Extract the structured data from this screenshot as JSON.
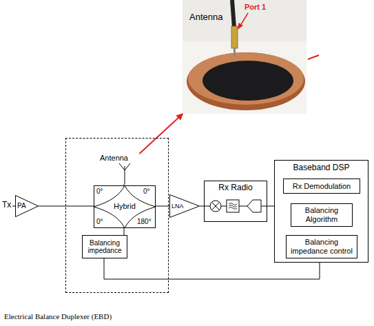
{
  "diagram": {
    "nodes": [
      {
        "text": [
          "Antenna",
          "Port 1"
        ]
      },
      {
        "text": [
          "Electrical Balance Duplexer (EBD)"
        ]
      },
      {
        "text": [
          "Antenna"
        ],
        "in": 1
      },
      {
        "text": [
          "0°",
          "0°",
          "Hybrid",
          "0°",
          "180°"
        ],
        "in": 1
      },
      {
        "text": [
          "Balancing impedance"
        ],
        "in": 1
      },
      {
        "text": [
          "PA"
        ]
      },
      {
        "text": [
          "LNA"
        ]
      },
      {
        "text": [
          "Rx Radio"
        ]
      },
      {
        "text": [
          "Baseband DSP"
        ]
      },
      {
        "text": [
          "Rx Demodulation"
        ],
        "in": 8
      },
      {
        "text": [
          "Balancing Algorithm"
        ],
        "in": 8
      },
      {
        "text": [
          "Balancing impedance control"
        ],
        "in": 8
      }
    ],
    "edges": [
      {
        "from": 2,
        "to": 0,
        "arrow": "to"
      },
      {
        "from": 2,
        "to": 3,
        "arrow": "none"
      },
      {
        "from": 5,
        "to": 3,
        "arrow": "none"
      },
      {
        "from": 3,
        "to": 4,
        "arrow": "none"
      },
      {
        "from": 3,
        "to": 6,
        "arrow": "none"
      },
      {
        "from": 6,
        "to": 7,
        "arrow": "none"
      },
      {
        "from": 7,
        "to": 8,
        "arrow": "none"
      },
      {
        "from": 9,
        "to": 10,
        "arrow": "to"
      },
      {
        "from": 10,
        "to": 11,
        "arrow": "to"
      },
      {
        "from": 8,
        "to": 4,
        "arrow": "none"
      }
    ],
    "labels": [
      "Tx"
    ]
  }
}
